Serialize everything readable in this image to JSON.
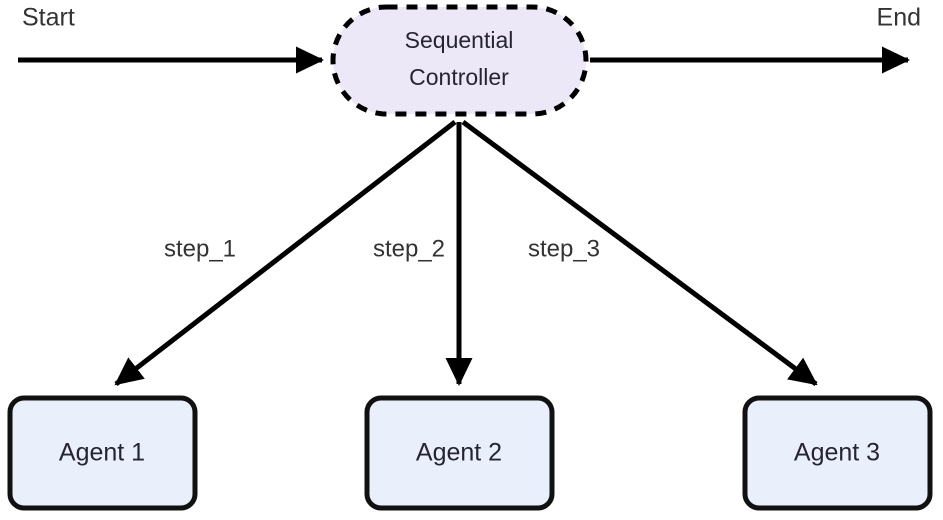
{
  "diagram": {
    "type": "flowchart",
    "background_color": "#ffffff",
    "terminals": [
      {
        "name": "start",
        "label": "Start"
      },
      {
        "name": "end",
        "label": "End"
      }
    ],
    "controller": {
      "label_line1": "Sequential",
      "label_line2": "Controller",
      "shape": "stadium",
      "border_style": "dashed",
      "fill_color": "#ece8f8",
      "border_color": "#000000",
      "text_color": "#262433"
    },
    "agents": [
      {
        "name": "agent-1",
        "label": "Agent 1"
      },
      {
        "name": "agent-2",
        "label": "Agent 2"
      },
      {
        "name": "agent-3",
        "label": "Agent 3"
      }
    ],
    "agent_style": {
      "fill_color": "#eaf0fb",
      "border_color": "#111111",
      "text_color": "#262433"
    },
    "edge_labels": [
      {
        "name": "step-1",
        "label": "step_1"
      },
      {
        "name": "step-2",
        "label": "step_2"
      },
      {
        "name": "step-3",
        "label": "step_3"
      }
    ],
    "edge_color": "#000000"
  }
}
